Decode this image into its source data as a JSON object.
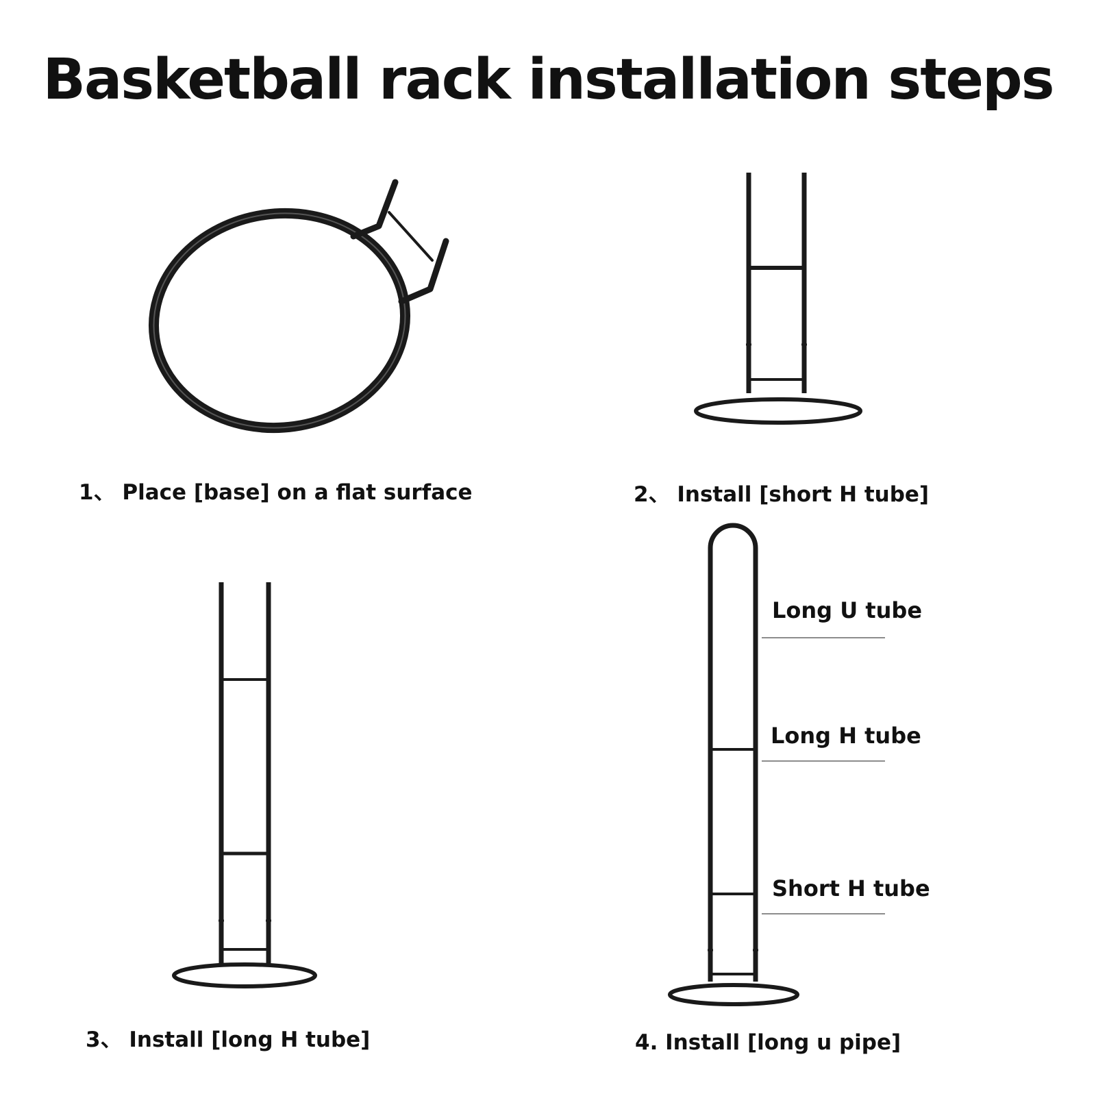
{
  "title": "Basketball rack installation steps",
  "steps": [
    {
      "caption": "1、 Place [base] on a flat surface"
    },
    {
      "caption": "2、 Install [short H tube]"
    },
    {
      "caption": "3、 Install [long H tube]"
    },
    {
      "caption": "4. Install [long u pipe]"
    }
  ],
  "parts": {
    "long_u_tube": "Long U tube",
    "long_h_tube": "Long H tube",
    "short_h_tube": "Short H tube"
  },
  "colors": {
    "frame": "#1a1a1a",
    "leader": "#8c8c8c",
    "text": "#111111"
  }
}
